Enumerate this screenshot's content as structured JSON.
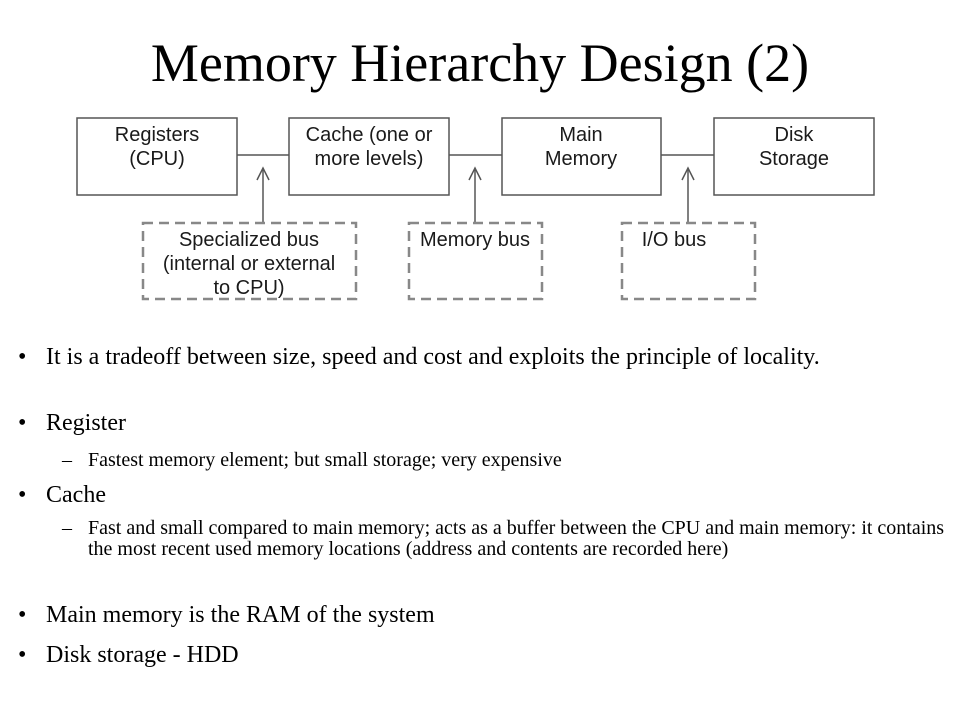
{
  "title": "Memory Hierarchy Design (2)",
  "diagram": {
    "boxes": [
      {
        "line1": "Registers",
        "line2": "(CPU)"
      },
      {
        "line1": "Cache (one or",
        "line2": "more levels)"
      },
      {
        "line1": "Main",
        "line2": "Memory"
      },
      {
        "line1": "Disk",
        "line2": "Storage"
      }
    ],
    "buses": [
      {
        "line1": "Specialized bus",
        "line2": "(internal or external",
        "line3": "to CPU)"
      },
      {
        "line1": "Memory bus"
      },
      {
        "line1": "I/O bus"
      }
    ]
  },
  "bullets": [
    {
      "text": "It is a tradeoff between size, speed and cost and exploits the principle of locality."
    },
    {
      "text": "Register",
      "sub": "Fastest memory element; but small storage; very expensive"
    },
    {
      "text": "Cache",
      "sub": "Fast and small compared to main memory; acts as a buffer between the CPU and main memory: it contains the most recent used memory locations (address and contents are recorded here)"
    },
    {
      "text": "Main memory is the RAM of the system"
    },
    {
      "text": "Disk storage - HDD"
    }
  ],
  "bullet_symbol": "•",
  "sub_bullet_symbol": "–",
  "colors": {
    "box_stroke": "#555555",
    "dashed_stroke": "#888888",
    "text": "#000000"
  }
}
